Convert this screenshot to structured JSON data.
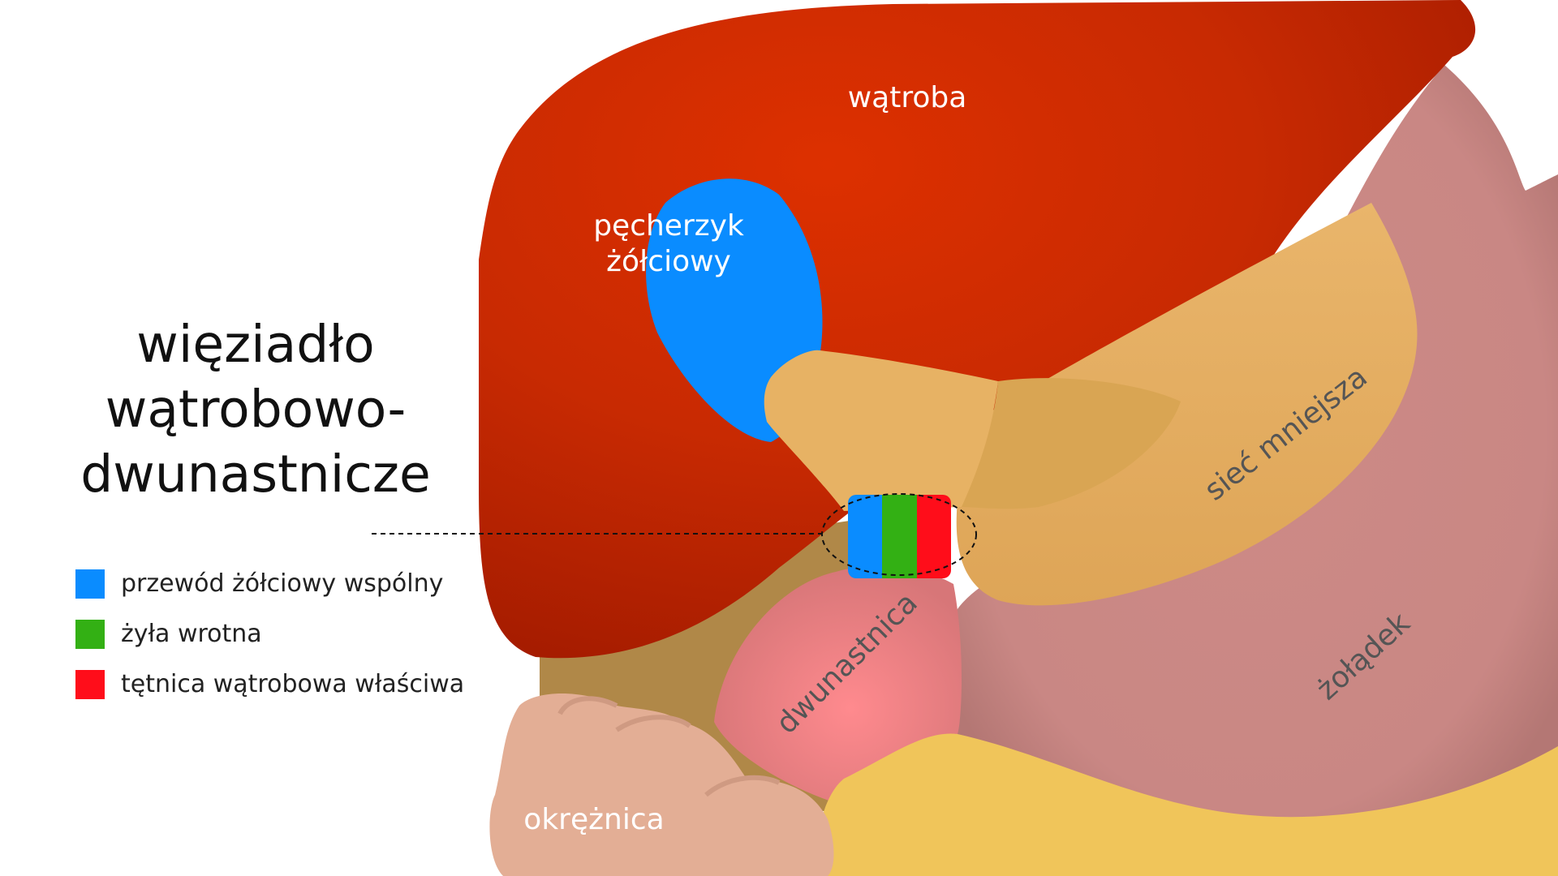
{
  "title": {
    "line1": "więziadło",
    "line2": "wątrobowo-",
    "line3": "dwunastnicze"
  },
  "labels": {
    "liver": "wątroba",
    "gallbladder_line1": "pęcherzyk",
    "gallbladder_line2": "żółciowy",
    "lesser_omentum": "sieć mniejsza",
    "duodenum": "dwunastnica",
    "stomach": "żołądek",
    "colon": "okrężnica"
  },
  "legend": [
    {
      "label": "przewód żółciowy wspólny",
      "color": "#0a8cff"
    },
    {
      "label": "żyła wrotna",
      "color": "#33b014"
    },
    {
      "label": "tętnica wątrobowa właściwa",
      "color": "#ff0d1a"
    }
  ],
  "colors": {
    "liver": "#c82a02",
    "liver_dark": "#ab1e00",
    "gallbladder": "#0a8cff",
    "ligament": "#e6b065",
    "stomach": "#c98784",
    "duodenum": "#ec8487",
    "colon": "#e3ae95",
    "fat": "#f0c55a",
    "background_tissue": "#b08848"
  }
}
